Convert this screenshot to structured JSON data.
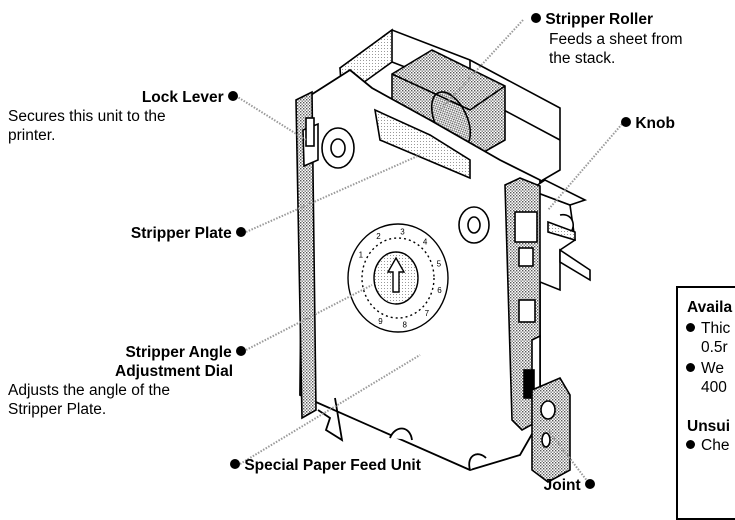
{
  "callouts": {
    "stripper_roller": {
      "title": "Stripper Roller",
      "desc_line1": "Feeds a sheet from",
      "desc_line2": "the stack."
    },
    "lock_lever": {
      "title": "Lock Lever",
      "desc_line1": "Secures this unit to the",
      "desc_line2": "printer."
    },
    "knob": {
      "title": "Knob"
    },
    "stripper_plate": {
      "title": "Stripper Plate"
    },
    "stripper_angle_dial": {
      "title_line1": "Stripper Angle",
      "title_line2": "Adjustment Dial",
      "desc_line1": "Adjusts the angle of the",
      "desc_line2": "Stripper Plate."
    },
    "special_paper_feed_unit": {
      "title": "Special Paper Feed Unit"
    },
    "joint": {
      "title": "Joint"
    }
  },
  "info_box": {
    "available_heading": "Availa",
    "bullet1_line1": "Thic",
    "bullet1_line2": "0.5r",
    "bullet2_line1": "We",
    "bullet2_line2": "400",
    "unsuitable_heading": "Unsui",
    "bullet3_line1": "Che"
  },
  "dial": {
    "numbers": [
      "1",
      "2",
      "3",
      "4",
      "5",
      "6",
      "7",
      "8",
      "9"
    ]
  },
  "colors": {
    "ink": "#000000",
    "paper": "#ffffff",
    "screen": "#bdbdbd"
  }
}
